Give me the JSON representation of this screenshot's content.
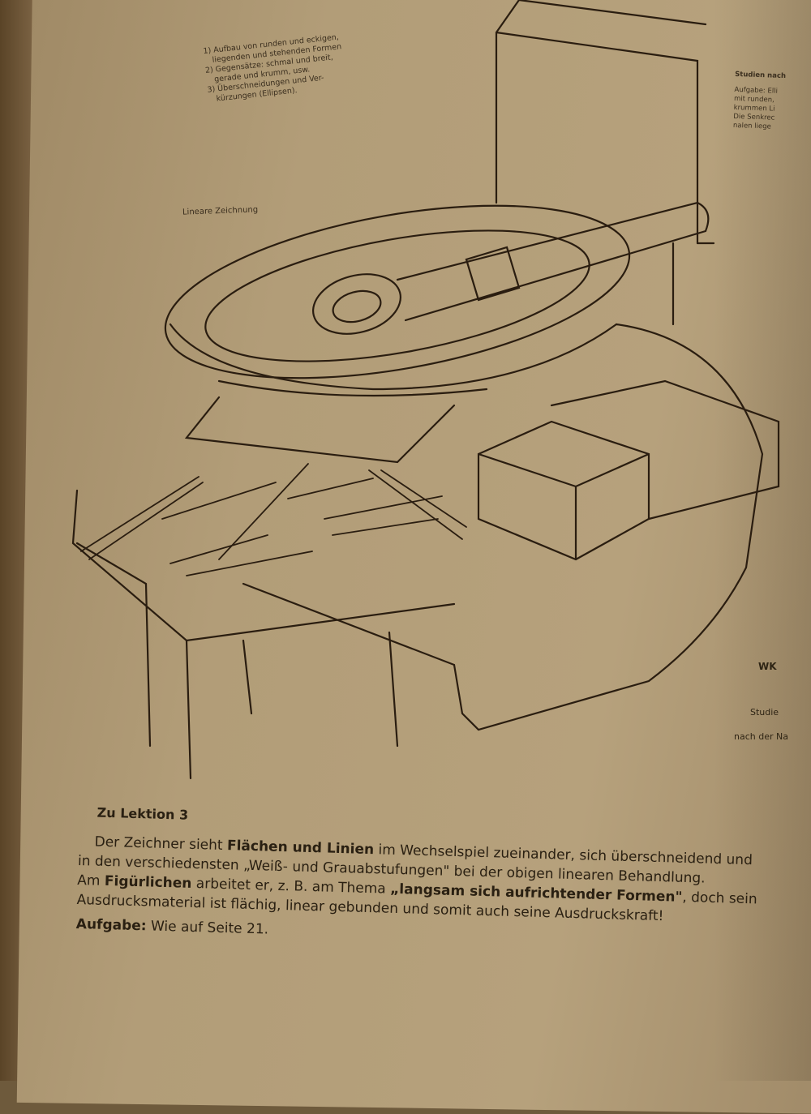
{
  "notes": [
    "1) Aufbau von runden und eckigen,",
    "liegenden und stehenden Formen",
    "2) Gegensätze: schmal und breit,",
    "gerade und krumm, usw.",
    "3) Überschneidungen und Ver-",
    "kürzungen (Ellipsen)."
  ],
  "drawing_label": "Lineare Zeichnung",
  "side_column": {
    "heading": "Studien nach",
    "lines": [
      "Aufgabe: Elli",
      "mit runden,",
      "krummen Li",
      "Die Senkrec",
      "nalen liege"
    ]
  },
  "signature": "WK",
  "side_caption": [
    "Studie",
    "nach der Na"
  ],
  "section": {
    "heading": "Zu Lektion 3",
    "p1": [
      {
        "t": "Der Zeichner sieht "
      },
      {
        "t": "Flächen und Linien",
        "b": true
      },
      {
        "t": " im Wechselspiel zueinander, sich überschneidend und"
      }
    ],
    "p2": "in den verschiedensten „Weiß- und Grauabstufungen\" bei der obigen linearen Behandlung.",
    "p3": [
      {
        "t": "Am "
      },
      {
        "t": "Figürlichen",
        "b": true
      },
      {
        "t": " arbeitet er, z. B. am Thema "
      },
      {
        "t": "„langsam sich aufrichtender Formen\"",
        "b": true
      },
      {
        "t": ", doch sein"
      }
    ],
    "p4": "Ausdrucksmaterial ist flächig, linear gebunden und somit auch seine Ausdruckskraft!",
    "task_label": "Aufgabe:",
    "task_text": " Wie auf Seite 21."
  }
}
